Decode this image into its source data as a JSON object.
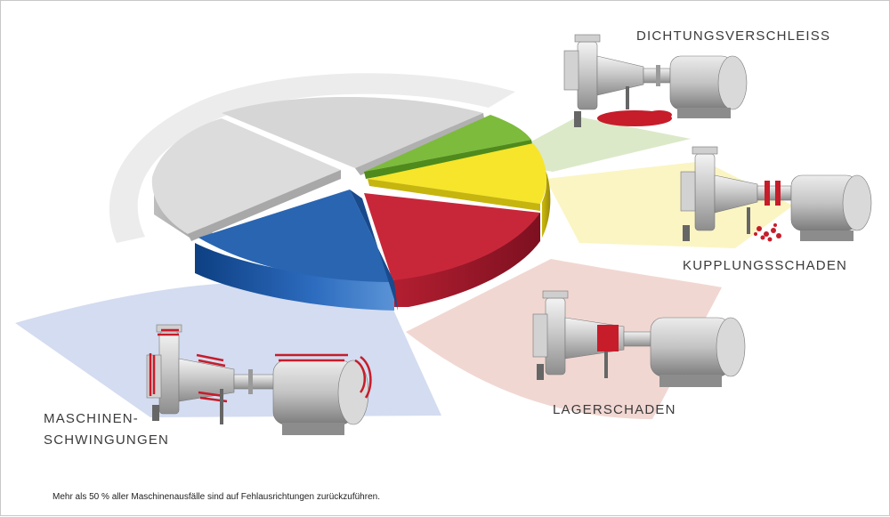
{
  "labels": {
    "dichtung": "DICHTUNGSVERSCHLEISS",
    "kupplung": "KUPPLUNGSSCHADEN",
    "lager": "LAGERSCHADEN",
    "schwingungen_line1": "MASCHINEN-",
    "schwingungen_line2": "SCHWINGUNGEN"
  },
  "footnote": "Mehr als 50 % aller Maschinenausfälle sind auf Fehlausrichtungen zurückzuführen.",
  "colors": {
    "gray": "#d9d9d9",
    "green": "#7dbb3c",
    "yellow": "#f6e52a",
    "red": "#c8273a",
    "blue": "#2a65b2",
    "fan_green": "#dbe9c9",
    "fan_yellow": "#fbf5c4",
    "fan_red": "#f1d7d2",
    "fan_blue": "#d3dcf0"
  }
}
